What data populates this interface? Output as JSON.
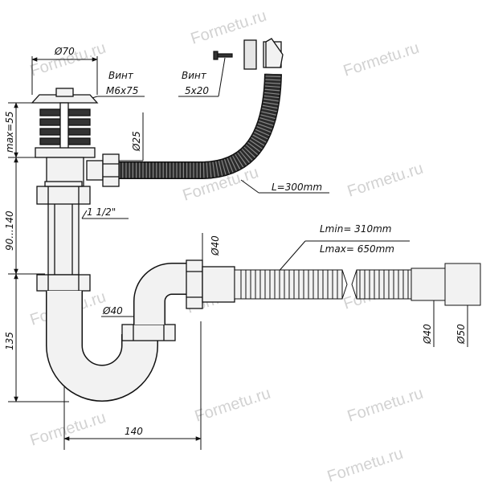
{
  "colors": {
    "line": "#111111",
    "pipe_fill": "#f2f2f2",
    "dark_hose": "#2b2b2b",
    "watermark": "#d2d2d2"
  },
  "watermarks": [
    "Formetu.ru",
    "Formetu.ru",
    "Formetu.ru",
    "Formetu.ru",
    "Formetu.ru",
    "Formetu.ru",
    "Formetu.ru",
    "Formetu.ru",
    "Formetu.ru",
    "Formetu.ru",
    "Formetu.ru",
    "Formetu.ru"
  ],
  "labels": {
    "top_dia": "Ø70",
    "screw1_title": "Винт",
    "screw1_size": "M6x75",
    "screw2_title": "Винт",
    "screw2_size": "5x20",
    "overflow_dia": "Ø25",
    "overflow_length": "L=300mm",
    "thread": "1 1/2\"",
    "height_top": "max=55",
    "height_mid": "90...140",
    "height_low": "135",
    "outlet_dia": "Ø40",
    "drain_dia": "Ø40",
    "hose_lmin": "Lmin= 310mm",
    "hose_lmax": "Lmax= 650mm",
    "hose_dia1": "Ø40",
    "hose_dia2": "Ø50",
    "width_bottom": "140"
  }
}
